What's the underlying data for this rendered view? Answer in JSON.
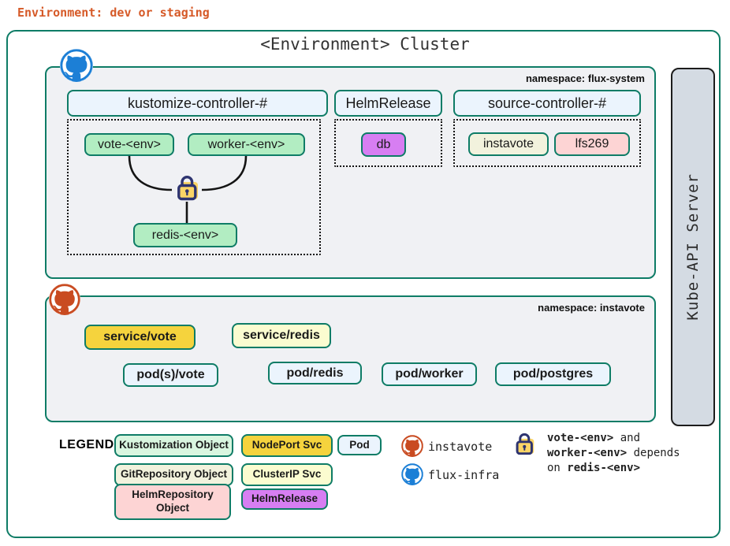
{
  "env_label": "Environment: dev or staging",
  "cluster_title": "<Environment> Cluster",
  "flux": {
    "namespace_label": "namespace: flux-system",
    "repo_icon": "github-flux-infra",
    "kustomize": {
      "header": "kustomize-controller-#",
      "vote": "vote-<env>",
      "worker": "worker-<env>",
      "redis": "redis-<env>"
    },
    "helm": {
      "header": "HelmRelease",
      "db": "db"
    },
    "source": {
      "header": "source-controller-#",
      "instavote": "instavote",
      "lfs269": "lfs269"
    }
  },
  "kube_api": {
    "label": "Kube-API Server"
  },
  "instavote_ns": {
    "namespace_label": "namespace: instavote",
    "repo_icon": "github-instavote",
    "service_vote": "service/vote",
    "pods_vote": "pod(s)/vote",
    "service_redis": "service/redis",
    "pod_redis": "pod/redis",
    "pod_worker": "pod/worker",
    "pod_postgres": "pod/postgres"
  },
  "legend": {
    "title": "LEGEND:",
    "kustomization": "Kustomization Object",
    "nodeport": "NodePort Svc",
    "pod": "Pod",
    "gitrepository": "GitRepository Object",
    "clusterip": "ClusterIP Svc",
    "helmrepository": "HelmRepository Object",
    "helmrelease": "HelmRelease",
    "repo_instavote": "instavote",
    "repo_fluxinfra": "flux-infra",
    "dependency": {
      "l1b": "vote-<env>",
      "l1r": " and",
      "l2b": "worker-<env>",
      "l2r": " depends",
      "l3pre": "on ",
      "l3b": "redis-<env>"
    }
  },
  "colors": {
    "teal_border": "#0e7c66",
    "env_text": "#d65a28",
    "github_blue": "#1c7fd6",
    "github_orange": "#c94b21",
    "lock_yellow": "#fbd566",
    "lock_navy": "#2e3470",
    "nodeport_gold": "#f5d33d",
    "helmrelease_purple": "#d77ef2",
    "pod_blue": "#ebf4fd",
    "kustomization_green": "#b2edc2"
  }
}
